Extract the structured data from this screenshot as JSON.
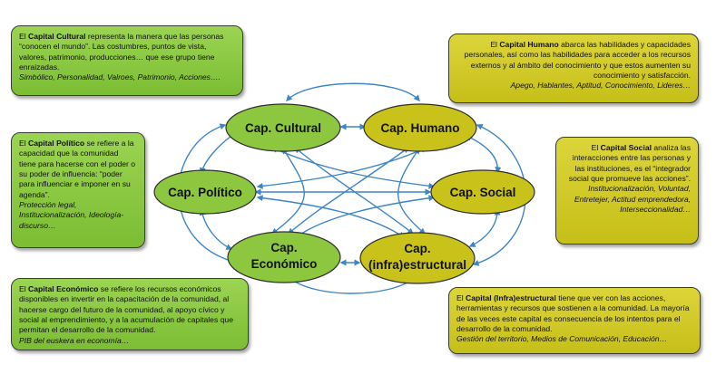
{
  "boxes": {
    "cultural": {
      "pre": "El ",
      "term": "Capital Cultural",
      "text": " representa la manera que las personas “conocen el mundo”. Las costumbres, puntos de vista, valores, patrimonio, producciones… que ese grupo tiene enraizadas.",
      "examples": "Simbólico, Personalidad, Valroes, Patrimonio, Acciones…."
    },
    "humano": {
      "pre": "El ",
      "term": "Capital Humano",
      "text": " abarca las habilidades y capacidades personales, así como las habilidades para acceder a los recursos externos y al ámbito del conocimiento y que estos aumenten su conocimiento y satisfacción.",
      "examples": "Apego, Hablantes, Aptitud, Conocimiento, Lideres…"
    },
    "politico": {
      "pre": "El ",
      "term": "Capital Político",
      "text": " se refiere a la capacidad que la comunidad tiene para hacerse con el poder o su poder de influencia: “poder para influenciar e imponer en su agenda”.",
      "examples": "Protección legal, Institucionalización, Ideología-discurso…"
    },
    "social": {
      "pre": "El ",
      "term": "Capital Social",
      "text": " analiza las interacciones entre las personas y las instituciones, es el “integrador social que promueve las acciones”.",
      "examples": "Institucionalización, Voluntad, Entretejer, Actitud emprendedora, Interseccionalidad…"
    },
    "economico": {
      "pre": "El ",
      "term": "Capital Económico",
      "text": " se refiere los recursos económicos disponibles en invertir en la capacitación de la comunidad, al hacerse cargo del futuro de la comunidad, al apoyo cívico y social al emprendimiento, y a la acumulación de capitales que permitan el desarrollo de la comunidad.",
      "examples": "PIB del euskera en economía…"
    },
    "infra": {
      "pre": "El ",
      "term": "Capital (Infra)estructural",
      "text": " tiene que ver con las acciones, herramientas y recursos que sostienen a la comunidad. La mayoría de las veces este capital es consecuencia de los intentos para el desarrollo de la comunidad.",
      "examples": "Gestión del territorio, Medios de Comunicación, Educación…"
    }
  },
  "nodes": {
    "cultural": "Cap. Cultural",
    "humano": "Cap. Humano",
    "politico": "Cap. Político",
    "social": "Cap. Social",
    "economico_1": "Cap.",
    "economico_2": "Económico",
    "infra_1": "Cap.",
    "infra_2": "(infra)estructural"
  },
  "colors": {
    "green_fill": "#8dc63f",
    "yellow_fill": "#c9c21a",
    "arrow": "#3d85c6"
  }
}
